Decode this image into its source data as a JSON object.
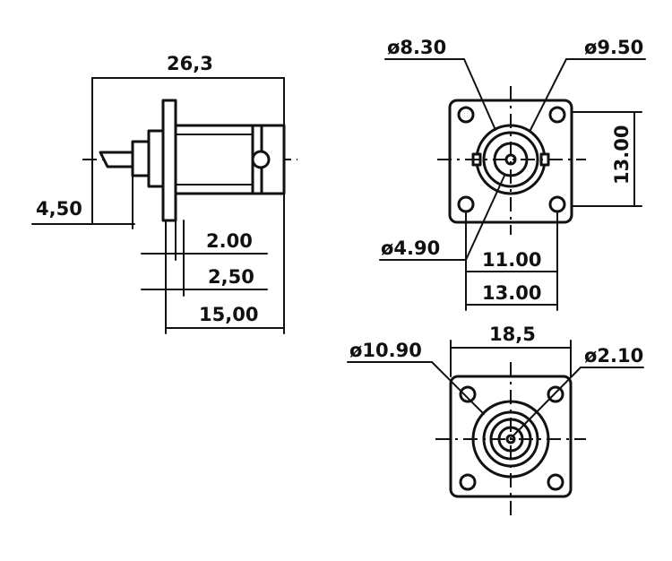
{
  "side_view": {
    "overall_length": "26,3",
    "pin_length": "4,50",
    "flange_thickness": "2.00",
    "flange_to_pin": "2,50",
    "body_length": "15,00"
  },
  "front_view": {
    "bore_diameter": "ø8.30",
    "outer_diameter": "ø9.50",
    "flange_height": "13.00",
    "hole_diameter": "ø4.90",
    "hole_spacing": "11.00",
    "flange_width": "13.00"
  },
  "rear_view": {
    "flange_width": "18,5",
    "body_diameter": "ø10.90",
    "pin_diameter": "ø2.10"
  }
}
